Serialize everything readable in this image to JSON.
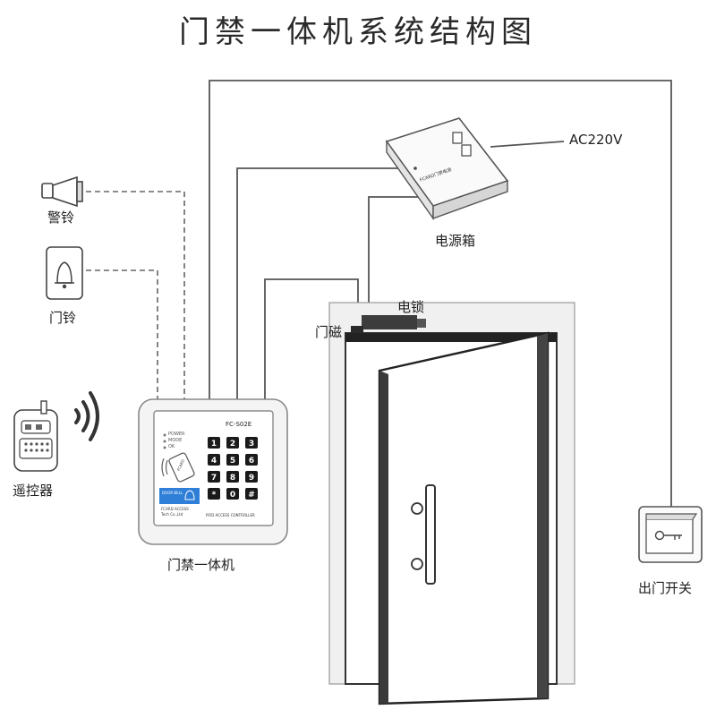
{
  "title": "门禁一体机系统结构图",
  "components": {
    "alarm": "警铃",
    "doorbell": "门铃",
    "remote": "遥控器",
    "controller": "门禁一体机",
    "power_box": "电源箱",
    "ac_input": "AC220V",
    "electric_lock": "电锁",
    "door_magnet": "门磁",
    "exit_button": "出门开关"
  },
  "controller_panel": {
    "model": "FC-S02E",
    "indicators": [
      "POWER",
      "MODE",
      "OK"
    ],
    "keys": [
      "1",
      "2",
      "3",
      "4",
      "5",
      "6",
      "7",
      "8",
      "9",
      "*",
      "0",
      "#"
    ],
    "card_text": "FCARD",
    "bell_text": "DOOR BELL",
    "brand_line1": "FCARD ACCESS",
    "brand_line2": "Tech Co.,Ltd",
    "caption": "RFID ACCESS CONTROLLER"
  },
  "power_box_label": "FCARD门禁电源",
  "colors": {
    "line": "#555555",
    "dashed": "#666666",
    "keypad": "#1a1a1a",
    "bell_panel": "#2f7fd8"
  }
}
